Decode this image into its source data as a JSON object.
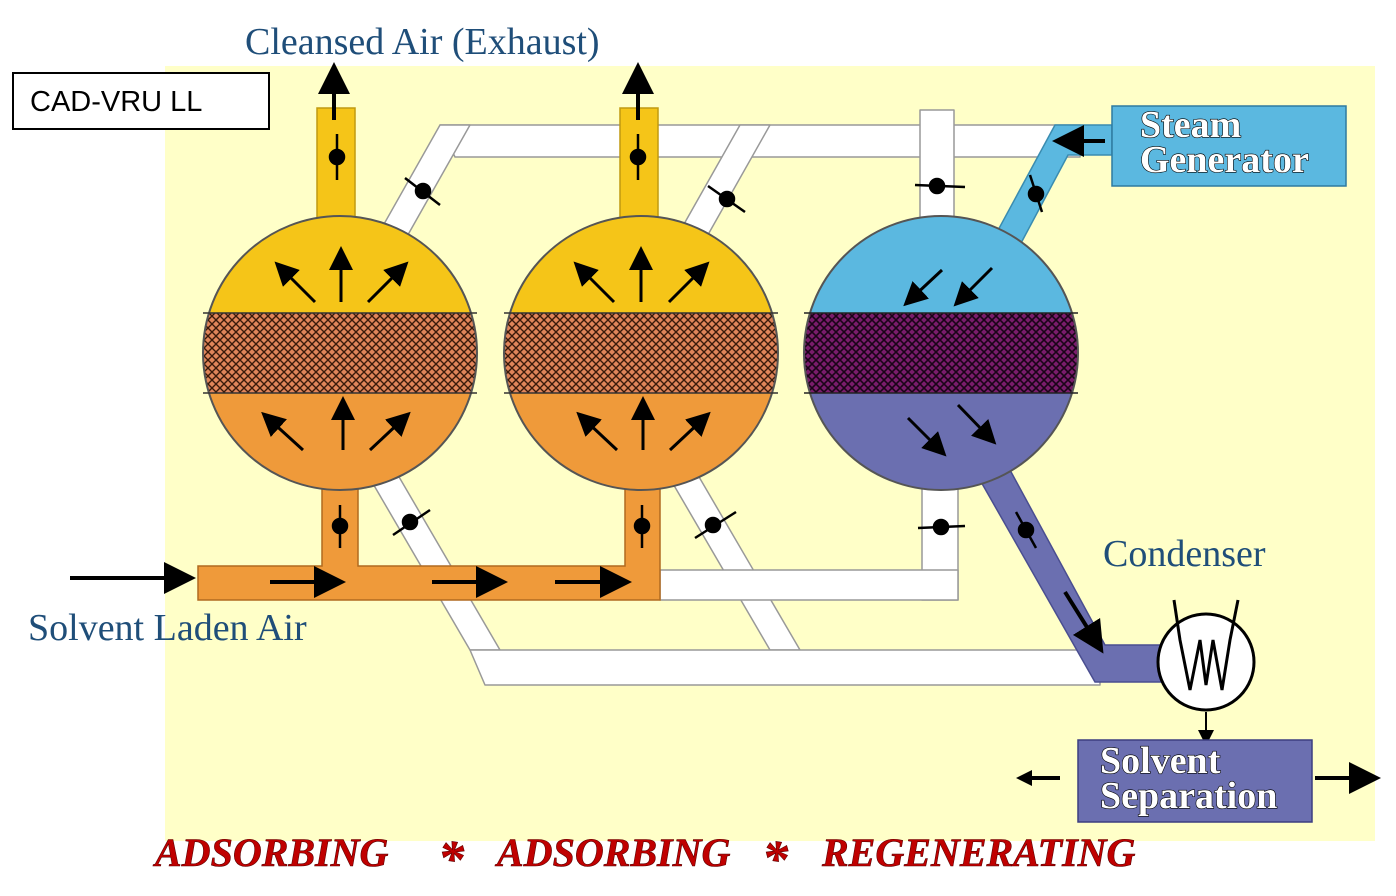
{
  "tag": "CAD-VRU LL",
  "labels": {
    "exhaust": "Cleansed Air (Exhaust)",
    "inlet": "Solvent Laden Air",
    "condenser": "Condenser",
    "steam_generator": [
      "Steam",
      "Generator"
    ],
    "solvent_separation": [
      "Solvent",
      "Separation"
    ]
  },
  "status": {
    "vessel_1": "ADSORBING",
    "vessel_2": "ADSORBING",
    "vessel_3": "REGENERATING",
    "separator": "*"
  },
  "colors": {
    "background_panel": "#ffffc8",
    "adsorbing_top": "#f5c518",
    "adsorbing_bottom": "#ef9a3a",
    "regenerating_top": "#5bb8e0",
    "regenerating_bottom": "#6b6fb0",
    "bed_adsorbing": "#d97a4a",
    "bed_regenerating": "#5a1850",
    "pipe_idle": "#ffffff",
    "steam_box": "#5bb8e0",
    "separation_box": "#6b6fb0",
    "status_text": "#c00000"
  }
}
